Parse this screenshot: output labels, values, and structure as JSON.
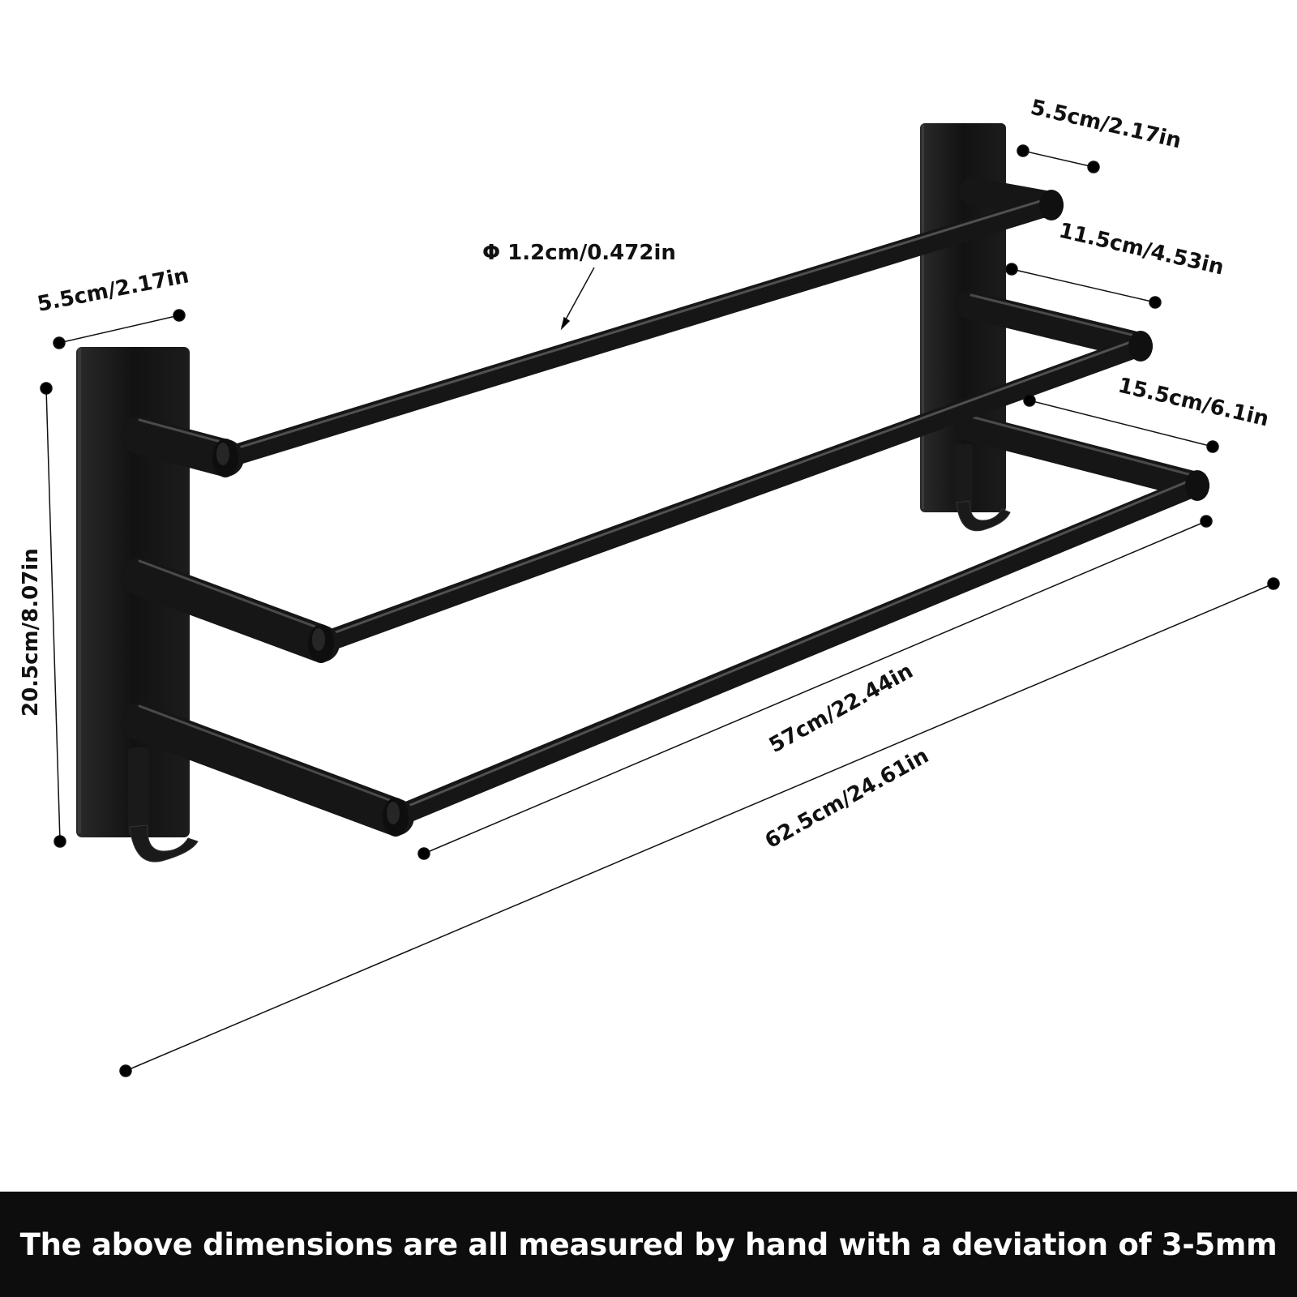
{
  "labels": {
    "back_plate_width_right": "5.5cm/2.17in",
    "tube_diameter": "Φ 1.2cm/0.472in",
    "back_plate_width_left": "5.5cm/2.17in",
    "mid_depth": "11.5cm/4.53in",
    "bottom_depth": "15.5cm/6.1in",
    "height": "20.5cm/8.07in",
    "bar_length": "57cm/22.44in",
    "total_length": "62.5cm/24.61in"
  },
  "footer": {
    "note": "The above dimensions are all measured by hand with a deviation of 3-5mm"
  },
  "colors": {
    "metal": "#161616",
    "highlight": "#4a4a4a",
    "footer_bg": "#0d0d0d",
    "footer_text": "#ffffff"
  }
}
